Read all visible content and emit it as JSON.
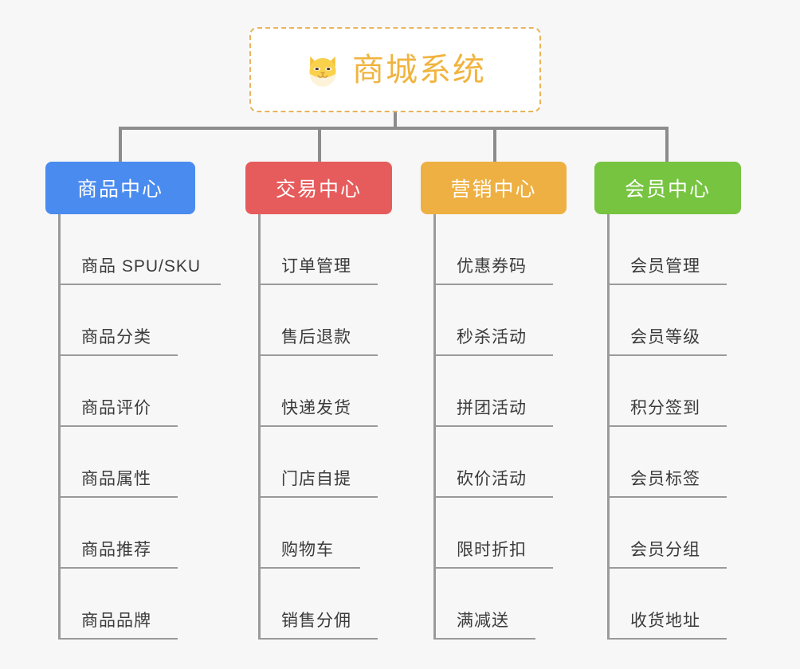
{
  "page": {
    "background_color": "#f7f7f7",
    "connector_color": "#8c8c8c"
  },
  "root": {
    "title": "商城系统",
    "icon": "shiba-dog-icon",
    "text_color": "#f0b43f",
    "border_color": "#e8b45c",
    "background_color": "#ffffff"
  },
  "columns": [
    {
      "id": "product-center",
      "header": "商品中心",
      "color": "#4a8bef",
      "items": [
        "商品 SPU/SKU",
        "商品分类",
        "商品评价",
        "商品属性",
        "商品推荐",
        "商品品牌"
      ]
    },
    {
      "id": "trade-center",
      "header": "交易中心",
      "color": "#e65c5c",
      "items": [
        "订单管理",
        "售后退款",
        "快递发货",
        "门店自提",
        "购物车",
        "销售分佣"
      ]
    },
    {
      "id": "marketing-center",
      "header": "营销中心",
      "color": "#eeb043",
      "items": [
        "优惠券码",
        "秒杀活动",
        "拼团活动",
        "砍价活动",
        "限时折扣",
        "满减送"
      ]
    },
    {
      "id": "member-center",
      "header": "会员中心",
      "color": "#76c440",
      "items": [
        "会员管理",
        "会员等级",
        "积分签到",
        "会员标签",
        "会员分组",
        "收货地址"
      ]
    }
  ]
}
